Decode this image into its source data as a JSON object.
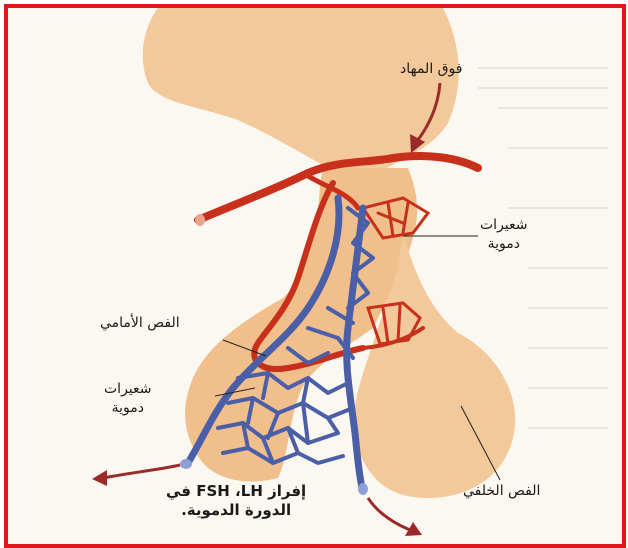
{
  "labels": {
    "hypothalamus": "فوق المهاد",
    "capillaries_top": [
      "شعيرات",
      "دموية"
    ],
    "anterior_lobe": "الفص الأمامي",
    "capillaries_bottom": [
      "شعيرات",
      "دموية"
    ],
    "posterior_lobe": "الفص الخلفي",
    "secretion": [
      "إفراز FSH ،LH في",
      "الدورة الدموية."
    ]
  },
  "colors": {
    "frame": "#e0181b",
    "tissue": "#f3c89a",
    "artery": "#c8301c",
    "vein": "#4b5fa8",
    "arrow": "#9b2a2a"
  }
}
